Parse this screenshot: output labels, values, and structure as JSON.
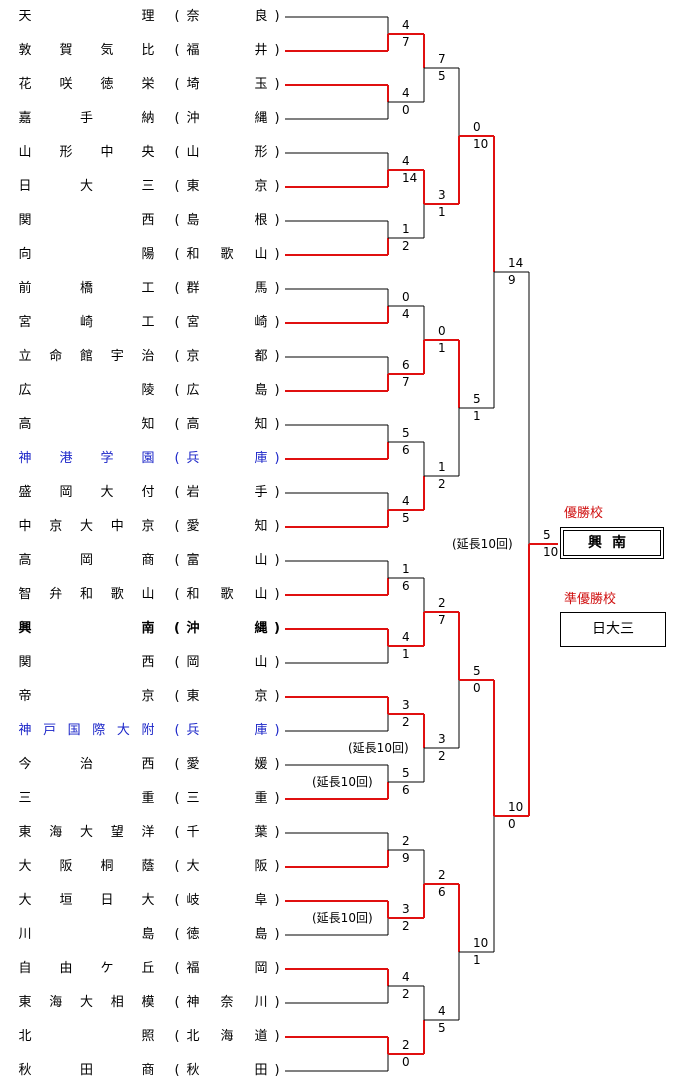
{
  "teams": [
    {
      "name": "天理",
      "pref": "奈良"
    },
    {
      "name": "敦賀気比",
      "pref": "福井"
    },
    {
      "name": "花咲徳栄",
      "pref": "埼玉"
    },
    {
      "name": "嘉手納",
      "pref": "沖縄"
    },
    {
      "name": "山形中央",
      "pref": "山形"
    },
    {
      "name": "日大三",
      "pref": "東京"
    },
    {
      "name": "関西",
      "pref": "島根"
    },
    {
      "name": "向陽",
      "pref": "和歌山"
    },
    {
      "name": "前橋工",
      "pref": "群馬"
    },
    {
      "name": "宮崎工",
      "pref": "宮崎"
    },
    {
      "name": "立命館宇治",
      "pref": "京都"
    },
    {
      "name": "広陵",
      "pref": "広島"
    },
    {
      "name": "高知",
      "pref": "高知"
    },
    {
      "name": "神港学園",
      "pref": "兵庫",
      "color": "#1a24c8"
    },
    {
      "name": "盛岡大付",
      "pref": "岩手"
    },
    {
      "name": "中京大中京",
      "pref": "愛知"
    },
    {
      "name": "高岡商",
      "pref": "富山"
    },
    {
      "name": "智弁和歌山",
      "pref": "和歌山"
    },
    {
      "name": "興南",
      "pref": "沖縄",
      "bold": true
    },
    {
      "name": "関西",
      "pref": "岡山"
    },
    {
      "name": "帝京",
      "pref": "東京"
    },
    {
      "name": "神戸国際大附",
      "pref": "兵庫",
      "color": "#1a24c8"
    },
    {
      "name": "今治西",
      "pref": "愛媛"
    },
    {
      "name": "三重",
      "pref": "三重"
    },
    {
      "name": "東海大望洋",
      "pref": "千葉"
    },
    {
      "name": "大阪桐蔭",
      "pref": "大阪"
    },
    {
      "name": "大垣日大",
      "pref": "岐阜"
    },
    {
      "name": "川島",
      "pref": "徳島"
    },
    {
      "name": "自由ケ丘",
      "pref": "福岡"
    },
    {
      "name": "東海大相模",
      "pref": "神奈川"
    },
    {
      "name": "北照",
      "pref": "北海道"
    },
    {
      "name": "秋田商",
      "pref": "秋田"
    }
  ],
  "round1": [
    [
      4,
      7
    ],
    [
      4,
      0
    ],
    [
      4,
      14
    ],
    [
      1,
      2
    ],
    [
      0,
      4
    ],
    [
      6,
      7
    ],
    [
      5,
      6
    ],
    [
      4,
      5
    ],
    [
      1,
      6
    ],
    [
      4,
      1
    ],
    [
      3,
      2
    ],
    [
      5,
      6
    ],
    [
      2,
      9
    ],
    [
      3,
      2
    ],
    [
      4,
      2
    ],
    [
      2,
      0
    ]
  ],
  "round2": [
    [
      7,
      5
    ],
    [
      3,
      1
    ],
    [
      0,
      1
    ],
    [
      1,
      2
    ],
    [
      2,
      7
    ],
    [
      3,
      2
    ],
    [
      2,
      6
    ],
    [
      4,
      5
    ]
  ],
  "quarterfinals": [
    [
      0,
      10
    ],
    [
      5,
      1
    ],
    [
      5,
      0
    ],
    [
      10,
      1
    ]
  ],
  "semifinals": [
    [
      14,
      9
    ],
    [
      10,
      0
    ]
  ],
  "final": [
    5,
    10
  ],
  "notes": {
    "final": "(延長10回)",
    "r2_6": "(延長10回)",
    "r1_12": "(延長10回)",
    "r1_14": "(延長10回)"
  },
  "winner": {
    "label": "優勝校",
    "team": "興南"
  },
  "runner_up": {
    "label": "準優勝校",
    "team": "日大三"
  },
  "colors": {
    "win": "#e01010",
    "line": "#000000",
    "accent": "#1a24c8",
    "award": "#d01010"
  }
}
